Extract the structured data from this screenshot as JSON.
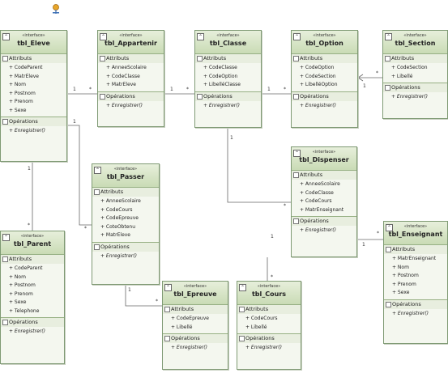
{
  "colors": {
    "header_top": "#e7efdb",
    "header_bottom": "#c9dbb5",
    "border": "#7f9a74",
    "body": "#f4f7ef",
    "line": "#666666"
  },
  "section_labels": {
    "attributes": "Attributs",
    "operations": "Opérations"
  },
  "stereotype": "«interface»",
  "classes": {
    "eleve": {
      "name": "tbl_Eleve",
      "attributes": [
        "+ CodeParent",
        "+ MatrEleve",
        "+ Nom",
        "+ Postnom",
        "+ Prenom",
        "+ Sexe"
      ],
      "operations": [
        "+ Enregistrer()"
      ]
    },
    "appartenir": {
      "name": "tbl_Appartenir",
      "attributes": [
        "+ AnneeScolaire",
        "+ CodeClasse",
        "+ MatrEleve"
      ],
      "operations": [
        "+ Enregistrer()"
      ]
    },
    "classe": {
      "name": "tbl_Classe",
      "attributes": [
        "+ CodeClasse",
        "+ CodeOption",
        "+ LibelléClasse"
      ],
      "operations": [
        "+ Enregistrer()"
      ]
    },
    "option": {
      "name": "tbl_Option",
      "attributes": [
        "+ CodeOption",
        "+ CodeSection",
        "+ LibelléOption"
      ],
      "operations": [
        "+ Enregistrer()"
      ]
    },
    "section": {
      "name": "tbl_Section",
      "attributes": [
        "+ CodeSection",
        "+ Libellé"
      ],
      "operations": [
        "+ Enregistrer()"
      ]
    },
    "passer": {
      "name": "tbl_Passer",
      "attributes": [
        "+ AnneeScolaire",
        "+ CodeCours",
        "+ CodeEpreuve",
        "+ CoteObtenu",
        "+ MatrEleve"
      ],
      "operations": [
        "+ Enregistrer()"
      ]
    },
    "dispenser": {
      "name": "tbl_Dispenser",
      "attributes": [
        "+ AnneeScolaire",
        "+ CodeClasse",
        "+ CodeCours",
        "+ MatrEnseignant"
      ],
      "operations": [
        "+ Enregistrer()"
      ]
    },
    "parent": {
      "name": "tbl_Parent",
      "attributes": [
        "+ CodeParent",
        "+ Nom",
        "+ Postnom",
        "+ Prenom",
        "+ Sexe",
        "+ Telephone"
      ],
      "operations": [
        "+ Enregistrer()"
      ]
    },
    "enseignant": {
      "name": "tbl_Enseignant",
      "attributes": [
        "+ MatrEnseignant",
        "+ Nom",
        "+ Postnom",
        "+ Prenom",
        "+ Sexe"
      ],
      "operations": [
        "+ Enregistrer()"
      ]
    },
    "epreuve": {
      "name": "tbl_Epreuve",
      "attributes": [
        "+ CodeEpreuve",
        "+ Libellé"
      ],
      "operations": [
        "+ Enregistrer()"
      ]
    },
    "cours": {
      "name": "tbl_Cours",
      "attributes": [
        "+ CodeCours",
        "+ Libellé"
      ],
      "operations": [
        "+ Enregistrer()"
      ]
    }
  },
  "multiplicity_marks": [
    "1",
    "*",
    "1",
    "*",
    "1",
    "*",
    "1",
    "*",
    "1",
    "*",
    "1",
    "*",
    "1",
    "*",
    "1",
    "*",
    "1",
    "*",
    "1",
    "*"
  ]
}
